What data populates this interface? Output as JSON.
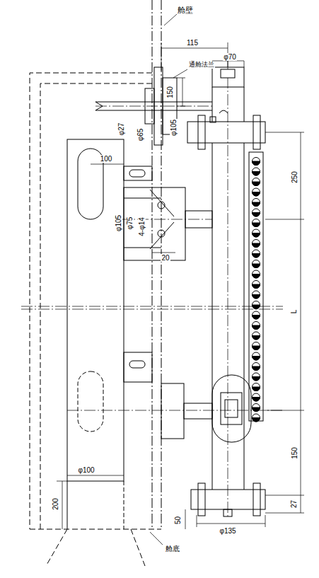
{
  "diagram": {
    "labels": [
      "舱壁",
      "115",
      "通舱法兰",
      "φ70",
      "150",
      "φ27",
      "φ65",
      "φ105",
      "250",
      "100",
      "φ105",
      "φ75",
      "4-φ14",
      "20",
      "L",
      "φ100",
      "150",
      "200",
      "27",
      "50",
      "φ135",
      "舱底"
    ]
  }
}
